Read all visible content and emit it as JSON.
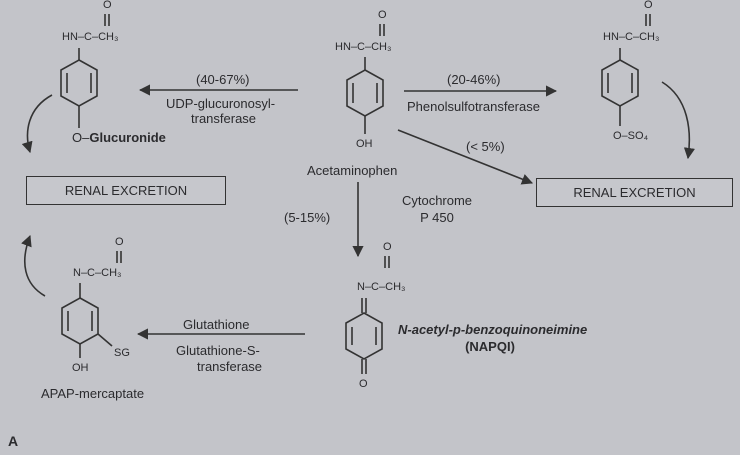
{
  "molecules": {
    "acetaminophen": {
      "name": "Acetaminophen",
      "top": "HN–C–CH₃",
      "carbonyl": "O",
      "substituent": "OH"
    },
    "glucuronide": {
      "top": "HN–C–CH₃",
      "carbonyl": "O",
      "substituent_prefix": "O–",
      "substituent_bold": "Glucuronide"
    },
    "sulfate": {
      "top": "HN–C–CH₃",
      "carbonyl": "O",
      "substituent": "O–SO₄"
    },
    "napqi": {
      "name_line1": "N-acetyl-p-benzoquinoneimine",
      "name_line2": "(NAPQI)",
      "top": "N–C–CH₃",
      "carbonyl": "O",
      "ring_oxygen": "O"
    },
    "mercaptate": {
      "name": "APAP-mercaptate",
      "top": "N–C–CH₃",
      "carbonyl": "O",
      "sg": "SG",
      "oh": "OH"
    }
  },
  "reactions": {
    "glucuronidation": {
      "percent": "(40-67%)",
      "enzyme_line1": "UDP-glucuronosyl-",
      "enzyme_line2": "transferase"
    },
    "sulfation": {
      "percent": "(20-46%)",
      "enzyme": "Phenolsulfotransferase"
    },
    "direct": {
      "percent": "(< 5%)"
    },
    "oxidation": {
      "percent": "(5-15%)",
      "enzyme_line1": "Cytochrome",
      "enzyme_line2": "P 450"
    },
    "conjugation": {
      "substrate": "Glutathione",
      "enzyme_line1": "Glutathione-S-",
      "enzyme_line2": "transferase"
    }
  },
  "boxes": {
    "renal_left": "RENAL EXCRETION",
    "renal_right": "RENAL EXCRETION"
  },
  "panel_label": "A"
}
